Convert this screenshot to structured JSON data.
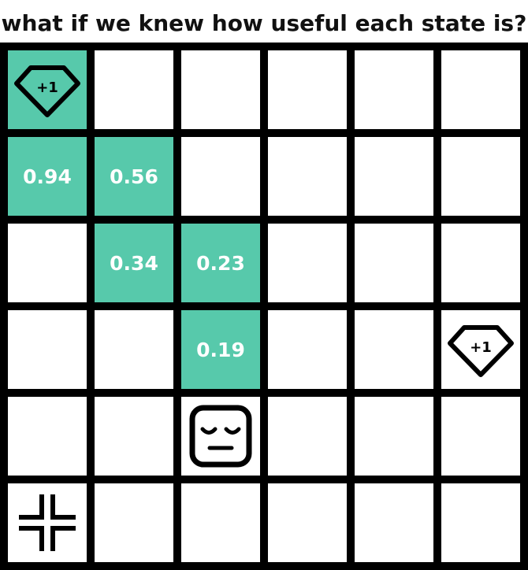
{
  "title": "what if we knew how useful each state is?",
  "grid": {
    "rows": 6,
    "cols": 6,
    "highlight_color": "#57c9ab",
    "cells": [
      {
        "row": 0,
        "col": 0,
        "highlight": true,
        "icon": "gem-icon",
        "label": "+1"
      },
      {
        "row": 1,
        "col": 0,
        "highlight": true,
        "value": "0.94"
      },
      {
        "row": 1,
        "col": 1,
        "highlight": true,
        "value": "0.56"
      },
      {
        "row": 2,
        "col": 1,
        "highlight": true,
        "value": "0.34"
      },
      {
        "row": 2,
        "col": 2,
        "highlight": true,
        "value": "0.23"
      },
      {
        "row": 3,
        "col": 2,
        "highlight": true,
        "value": "0.19"
      },
      {
        "row": 3,
        "col": 5,
        "highlight": false,
        "icon": "gem-icon",
        "label": "+1"
      },
      {
        "row": 4,
        "col": 2,
        "highlight": false,
        "icon": "agent-face-icon"
      },
      {
        "row": 5,
        "col": 0,
        "highlight": false,
        "icon": "start-crosshair-icon"
      }
    ]
  }
}
